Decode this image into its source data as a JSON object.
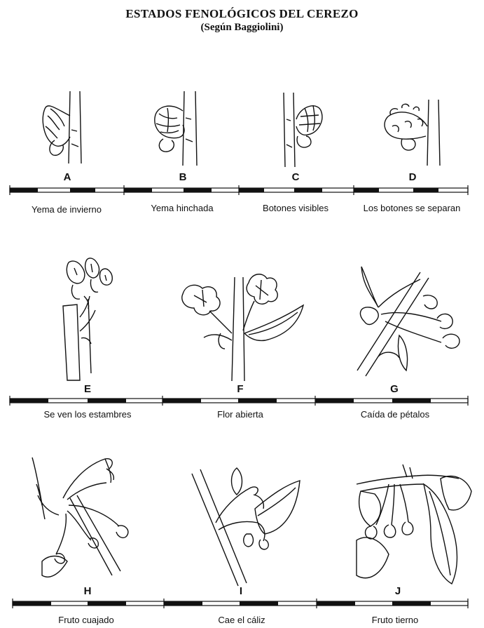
{
  "title": "ESTADOS FENOLÓGICOS DEL CEREZO",
  "subtitle": "(Según Baggiolini)",
  "stages": [
    {
      "letter": "A",
      "caption": "Yema de invierno",
      "drawing": "dormant-bud-icon"
    },
    {
      "letter": "B",
      "caption": "Yema hinchada",
      "drawing": "swollen-bud-icon"
    },
    {
      "letter": "C",
      "caption": "Botones visibles",
      "drawing": "visible-buttons-icon"
    },
    {
      "letter": "D",
      "caption": "Los botones se separan",
      "drawing": "separating-buttons-icon"
    },
    {
      "letter": "E",
      "caption": "Se ven los estambres",
      "drawing": "stamens-visible-icon"
    },
    {
      "letter": "F",
      "caption": "Flor abierta",
      "drawing": "open-flower-icon"
    },
    {
      "letter": "G",
      "caption": "Caída de pétalos",
      "drawing": "petal-fall-icon"
    },
    {
      "letter": "H",
      "caption": "Fruto cuajado",
      "drawing": "fruit-set-icon"
    },
    {
      "letter": "I",
      "caption": "Cae el cáliz",
      "drawing": "calyx-fall-icon"
    },
    {
      "letter": "J",
      "caption": "Fruto tierno",
      "drawing": "young-fruit-icon"
    }
  ]
}
